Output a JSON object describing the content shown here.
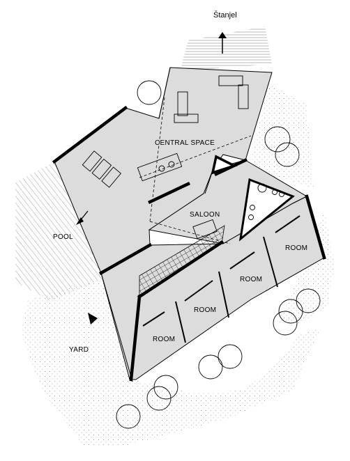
{
  "labels": {
    "north": "Štanjel",
    "central_space": "CENTRAL SPACE",
    "saloon": "SALOON",
    "pool": "POOL",
    "yard": "YARD",
    "room1": "ROOM",
    "room2": "ROOM",
    "room3": "ROOM",
    "room4": "ROOM"
  },
  "colors": {
    "floor": "#dcdcdc",
    "wall": "#000000",
    "hatch": "#8a8a8a",
    "background": "#ffffff"
  },
  "icons": {
    "north_arrow": "arrow-up-icon",
    "pool_arrow": "arrow-down-left-icon",
    "entrance": "triangle-entrance-icon",
    "trees": "circle-tree-icon"
  }
}
